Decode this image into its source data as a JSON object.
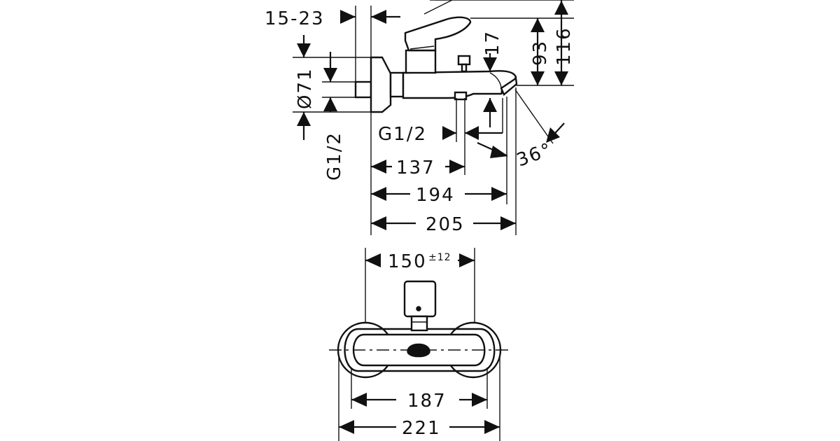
{
  "side_view": {
    "wall_range": "15-23",
    "outlet_diameter": "Ø71",
    "connection_left": "G1/2",
    "connection_bottom": "G1/2",
    "diverter_height": "17",
    "height_93": "93",
    "height_116": "116",
    "spout_angle": "36°",
    "depth_137": "137",
    "depth_194": "194",
    "depth_205": "205"
  },
  "top_view": {
    "center_distance": "150",
    "center_tolerance": "±12",
    "width_187": "187",
    "width_221": "221"
  }
}
